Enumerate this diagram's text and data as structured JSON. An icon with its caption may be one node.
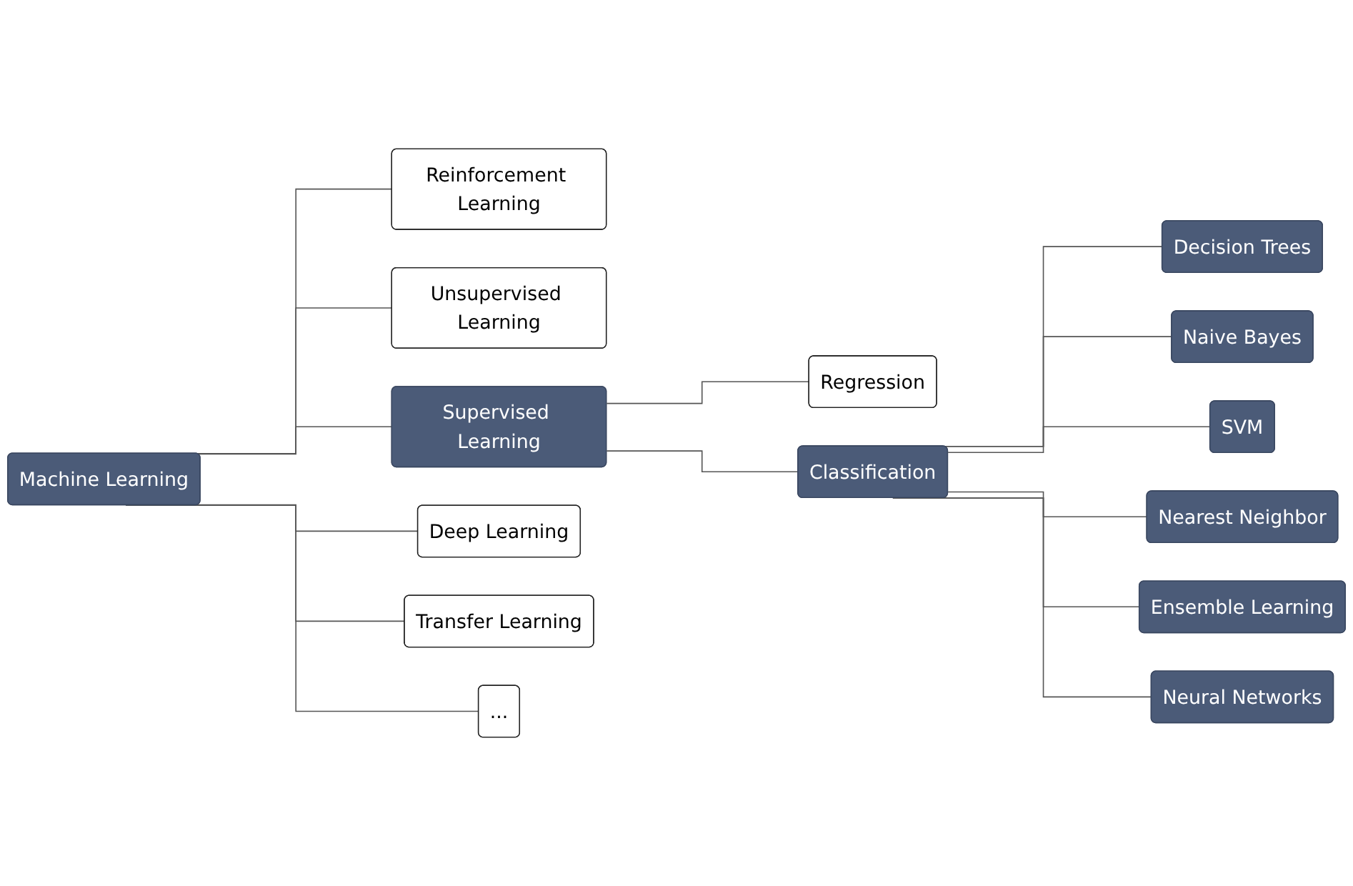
{
  "diagram": {
    "nodes": [
      {
        "text": [
          "Machine Learning"
        ]
      },
      {
        "text": [
          "Reinforcement Learning"
        ]
      },
      {
        "text": [
          "Unsupervised Learning"
        ]
      },
      {
        "text": [
          "Supervised Learning"
        ]
      },
      {
        "text": [
          "Deep Learning"
        ]
      },
      {
        "text": [
          "Transfer Learning"
        ]
      },
      {
        "text": [
          "..."
        ]
      },
      {
        "text": [
          "Regression"
        ]
      },
      {
        "text": [
          "Classification"
        ]
      },
      {
        "text": [
          "Decision Trees"
        ]
      },
      {
        "text": [
          "Naive Bayes"
        ]
      },
      {
        "text": [
          "SVM"
        ]
      },
      {
        "text": [
          "Nearest Neighbor"
        ]
      },
      {
        "text": [
          "Ensemble Learning"
        ]
      },
      {
        "text": [
          "Neural Networks"
        ]
      }
    ],
    "edges": [
      {
        "from": 0,
        "to": 1,
        "arrow": "none"
      },
      {
        "from": 0,
        "to": 2,
        "arrow": "none"
      },
      {
        "from": 0,
        "to": 3,
        "arrow": "none"
      },
      {
        "from": 0,
        "to": 4,
        "arrow": "none"
      },
      {
        "from": 0,
        "to": 5,
        "arrow": "none"
      },
      {
        "from": 0,
        "to": 6,
        "arrow": "none"
      },
      {
        "from": 3,
        "to": 7,
        "arrow": "none"
      },
      {
        "from": 3,
        "to": 8,
        "arrow": "none"
      },
      {
        "from": 8,
        "to": 9,
        "arrow": "none"
      },
      {
        "from": 8,
        "to": 10,
        "arrow": "none"
      },
      {
        "from": 8,
        "to": 11,
        "arrow": "none"
      },
      {
        "from": 8,
        "to": 12,
        "arrow": "none"
      },
      {
        "from": 8,
        "to": 13,
        "arrow": "none"
      },
      {
        "from": 8,
        "to": 14,
        "arrow": "none"
      }
    ]
  }
}
